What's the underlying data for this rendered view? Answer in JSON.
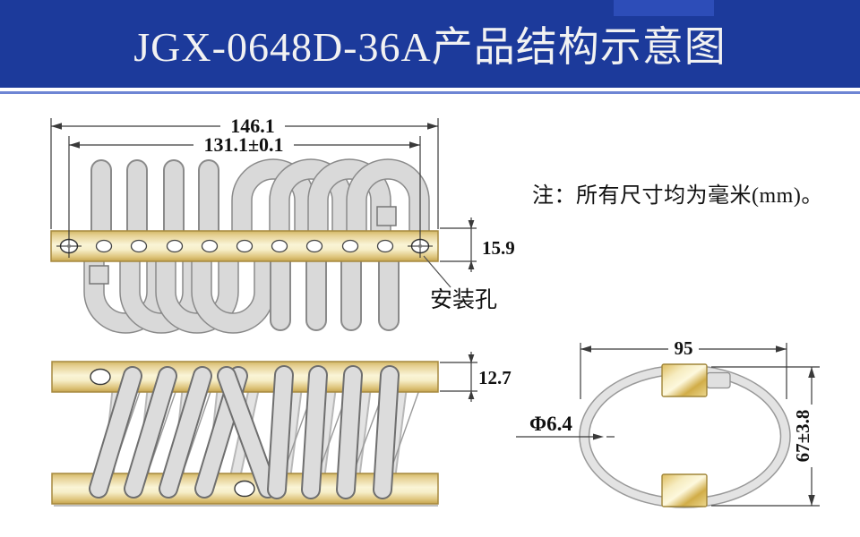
{
  "header": {
    "title": "JGX-0648D-36A产品结构示意图"
  },
  "note": {
    "text": "注：所有尺寸均为毫米(mm)。"
  },
  "top_view": {
    "dim_total_length": "146.1",
    "dim_hole_span": "131.1±0.1",
    "dim_bar_width": "15.9",
    "mounting_hole_label": "安装孔"
  },
  "front_view": {
    "dim_bar_thickness": "12.7"
  },
  "side_view": {
    "dim_loop_width": "95",
    "dim_loop_height": "67±3.8",
    "dim_wire_diameter": "Φ6.4"
  },
  "colors": {
    "header_bg": "#1c3a9b",
    "header_patch": "#2d4db8",
    "header_underline": "#6e85d4",
    "title_text": "#f2f2f2",
    "brass_light": "#faf4d6",
    "brass_dark": "#c6a44e",
    "brass_edge": "#a6893f",
    "wire_fill": "#d9d9d9",
    "wire_outline": "#8a8a8a",
    "dim_line": "#3a3a3a",
    "text": "#111111"
  }
}
